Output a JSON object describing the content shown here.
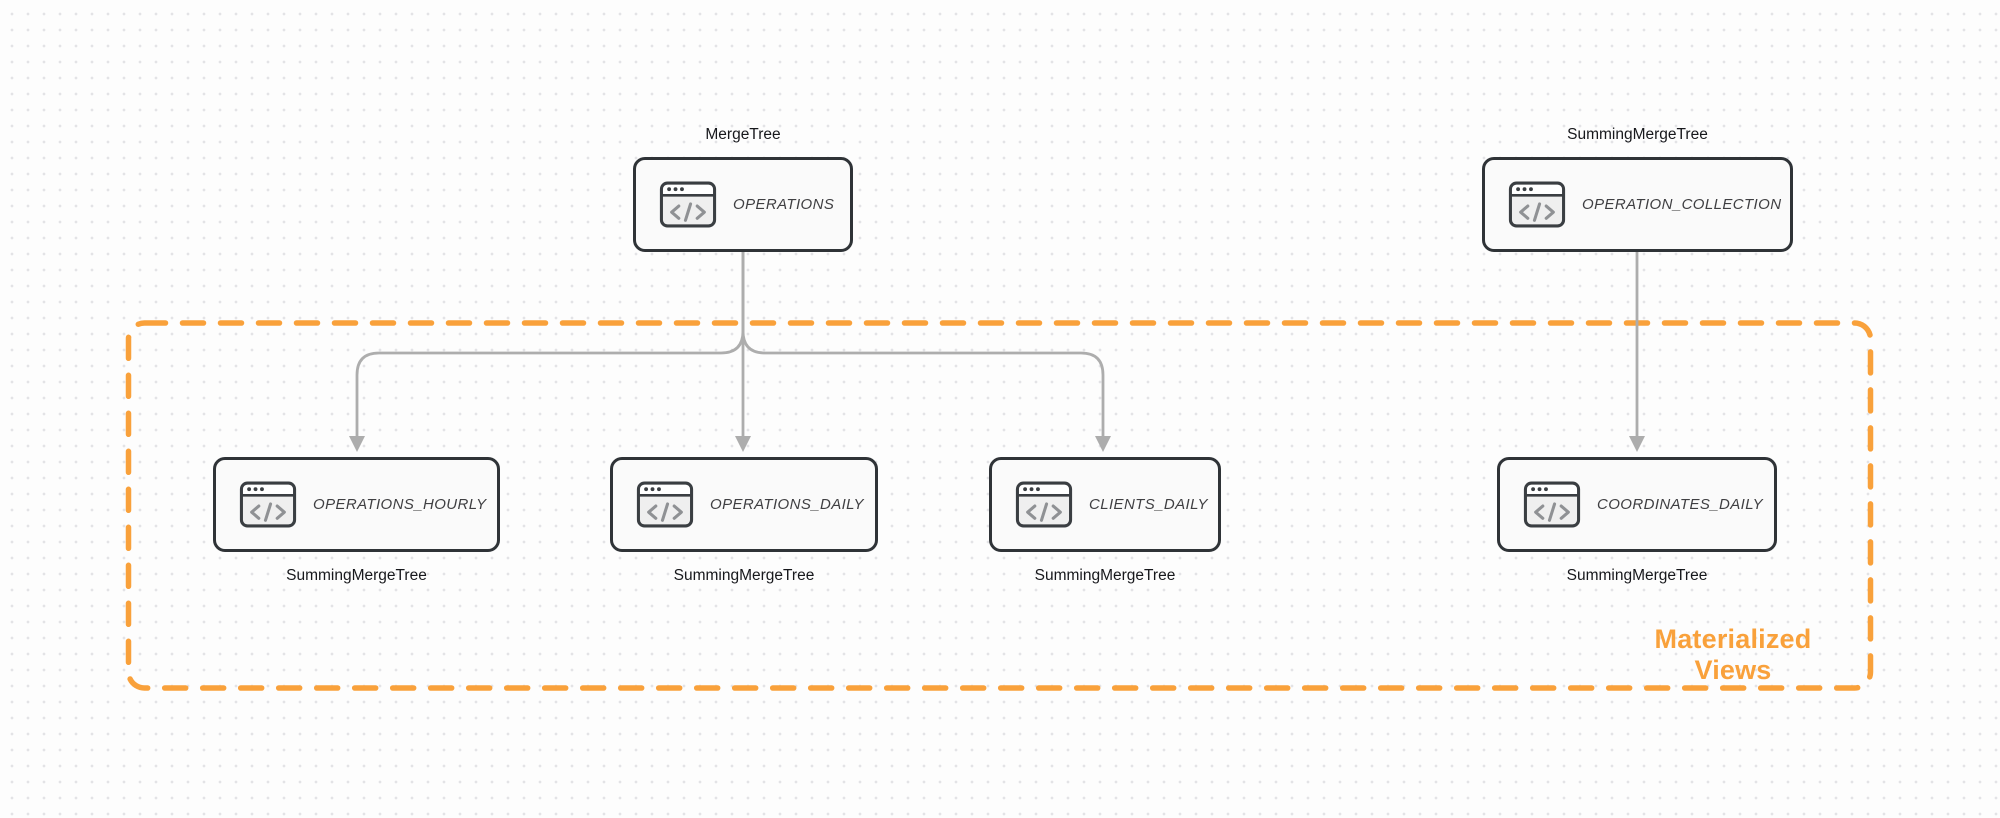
{
  "colors": {
    "canvas-bg": "#fdfdfd",
    "dot": "#e3e3e6",
    "accent-orange": "#f9a13b",
    "arrow-gray": "#adadad",
    "node-border": "#2f3337",
    "node-fill": "#fafafa",
    "node-text": "#3f3f42",
    "label-text": "#17181c",
    "icon-stroke": "#3a3e42",
    "icon-body": "#efefef",
    "icon-glyph": "#8f9194"
  },
  "group": {
    "label": "Materialized Views"
  },
  "nodes": [
    {
      "id": "operations",
      "name": "OPERATIONS",
      "engine": "MergeTree",
      "engine_label_position": "top"
    },
    {
      "id": "operation_collection",
      "name": "OPERATION_COLLECTION",
      "engine": "SummingMergeTree",
      "engine_label_position": "top"
    },
    {
      "id": "operations_hourly",
      "name": "OPERATIONS_HOURLY",
      "engine": "SummingMergeTree",
      "engine_label_position": "bottom"
    },
    {
      "id": "operations_daily",
      "name": "OPERATIONS_DAILY",
      "engine": "SummingMergeTree",
      "engine_label_position": "bottom"
    },
    {
      "id": "clients_daily",
      "name": "CLIENTS_DAILY",
      "engine": "SummingMergeTree",
      "engine_label_position": "bottom"
    },
    {
      "id": "coordinates_daily",
      "name": "COORDINATES_DAILY",
      "engine": "SummingMergeTree",
      "engine_label_position": "bottom"
    }
  ],
  "edges": [
    {
      "from": "operations",
      "to": "operations_hourly"
    },
    {
      "from": "operations",
      "to": "operations_daily"
    },
    {
      "from": "operations",
      "to": "clients_daily"
    },
    {
      "from": "operation_collection",
      "to": "coordinates_daily"
    }
  ]
}
